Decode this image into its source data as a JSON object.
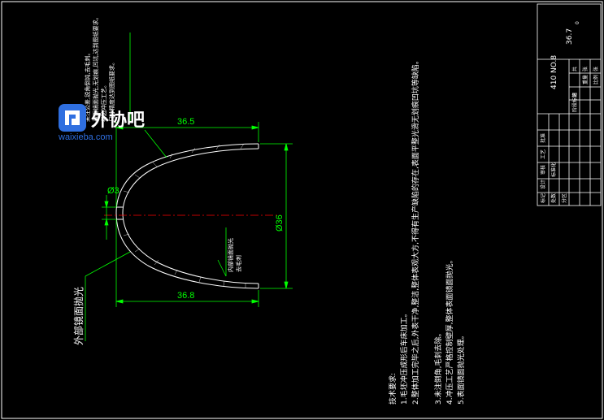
{
  "colors": {
    "background": "#000000",
    "drawing": "#ffffff",
    "dimension": "#00ff00",
    "centerline": "#ff0000",
    "watermark": "#2f6fe0"
  },
  "watermark": {
    "name": "外协吧",
    "url": "waixieba.com"
  },
  "dimensions": {
    "top_length": "36.5",
    "bottom_length": "36.8",
    "neck_diameter": "Ø3",
    "outer_diameter": "Ø36"
  },
  "callouts": {
    "outer_polish": "外部镜面抛光",
    "inner_line1": "内部镜面抛光",
    "inner_line2": "去毛刺",
    "top_line1": "未注公差,锐角倒钝,去毛刺。",
    "top_line2": "表面镜面抛光,无划痕,凹坑,达到图纸要求。",
    "top_line3": "卷边冲压工艺。",
    "top_line4": "尺寸精度达到图纸要求。"
  },
  "tech_requirements": {
    "title": "技术要求:",
    "items": [
      "1.毛坯冲压成形后车床加工。",
      "2.整体加工完毕之后,外表干净,整洁,整体表观大方,不得有生产缺陷的存在,表面平整光滑无划痕凹坑等缺陷。",
      "3.未注倒角,毛刺去除。",
      "4.冲压工艺严格控制壁厚,整体表面镜面抛光。",
      "5.表面镜面抛光处理。"
    ]
  },
  "title_block": {
    "material": "410 NO.8",
    "scale": "36.7",
    "scale_suffix": "0",
    "cells": [
      "标记",
      "处数",
      "分区",
      "设计",
      "标准化",
      "审核",
      "工艺",
      "批准",
      "阶段标记",
      "重量",
      "比例",
      "共",
      "张",
      "第",
      "张"
    ]
  }
}
